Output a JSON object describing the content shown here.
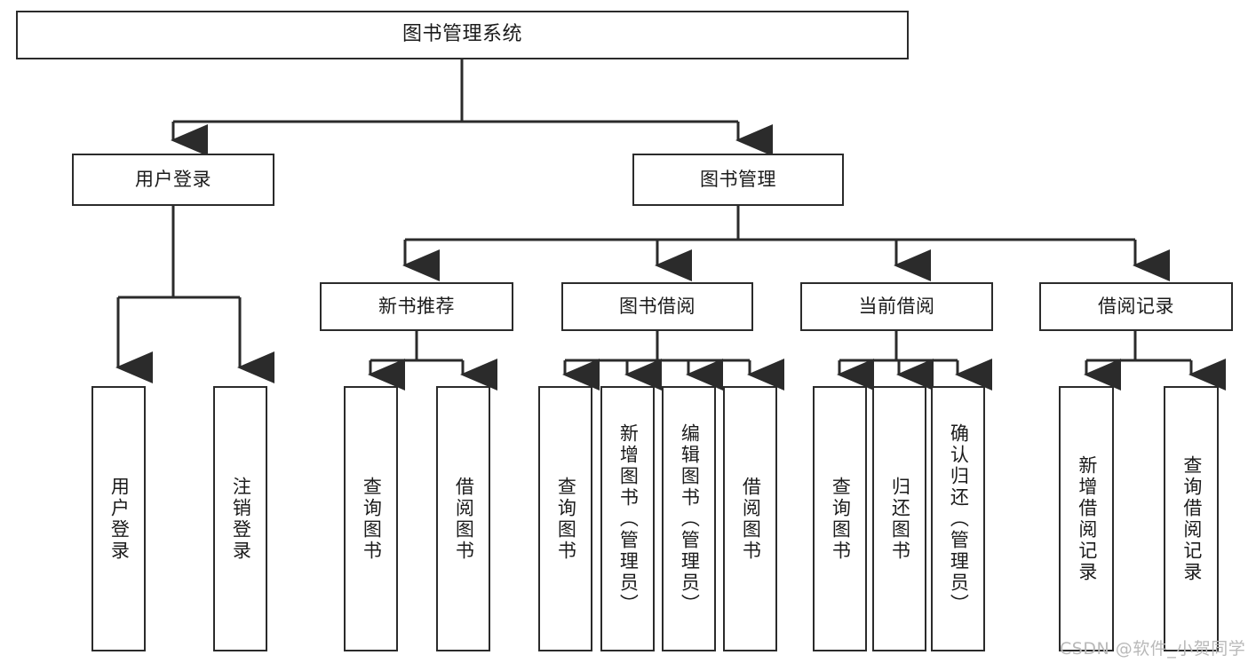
{
  "diagram": {
    "title": "图书管理系统",
    "type": "tree-hierarchy",
    "watermark": "CSDN @软件_小贺同学",
    "colors": {
      "stroke": "#2b2b2b",
      "fill": "#ffffff",
      "text": "#1b1b1b",
      "watermark": "#b9b9b9"
    },
    "root": {
      "label": "图书管理系统"
    },
    "level2": [
      {
        "label": "用户登录"
      },
      {
        "label": "图书管理"
      }
    ],
    "level3": [
      {
        "label": "新书推荐"
      },
      {
        "label": "图书借阅"
      },
      {
        "label": "当前借阅"
      },
      {
        "label": "借阅记录"
      }
    ],
    "leaves_user_login": [
      {
        "label": "用户登录"
      },
      {
        "label": "注销登录"
      }
    ],
    "leaves_new_book": [
      {
        "label": "查询图书"
      },
      {
        "label": "借阅图书"
      }
    ],
    "leaves_borrow": [
      {
        "label": "查询图书"
      },
      {
        "label": "新增图书（管理员）"
      },
      {
        "label": "编辑图书（管理员）"
      },
      {
        "label": "借阅图书"
      }
    ],
    "leaves_current": [
      {
        "label": "查询图书"
      },
      {
        "label": "归还图书"
      },
      {
        "label": "确认归还（管理员）"
      }
    ],
    "leaves_records": [
      {
        "label": "新增借阅记录"
      },
      {
        "label": "查询借阅记录"
      }
    ]
  }
}
